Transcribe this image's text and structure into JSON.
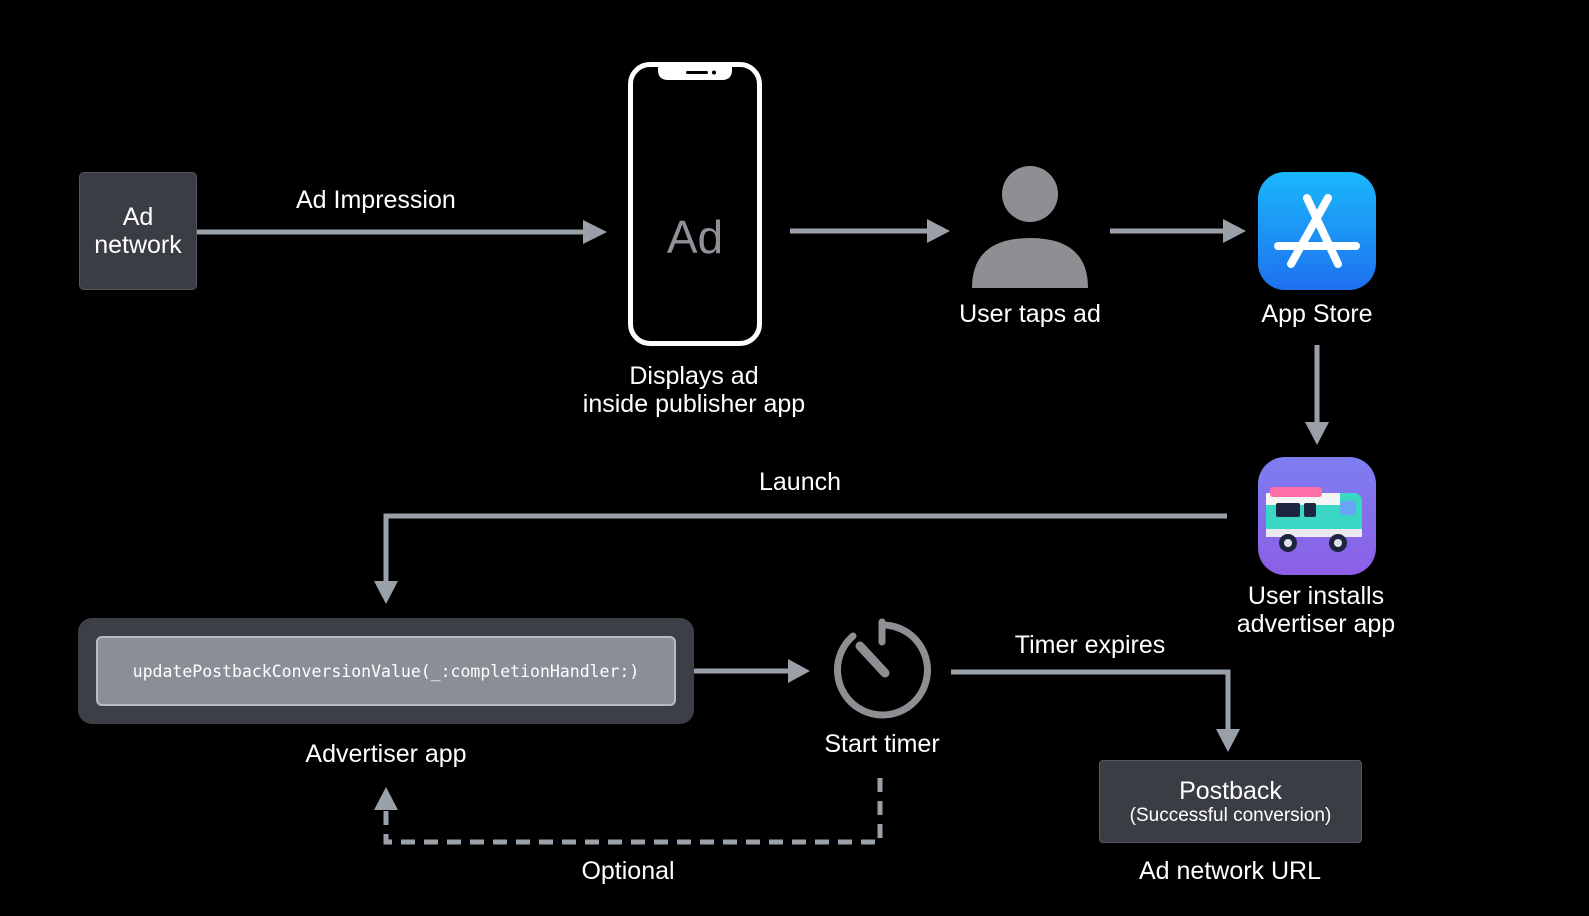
{
  "ad_network": {
    "label": "Ad\nnetwork"
  },
  "ad_impression": {
    "label": "Ad Impression"
  },
  "phone": {
    "ad_text": "Ad",
    "caption_line1": "Displays ad",
    "caption_line2": "inside publisher app"
  },
  "user": {
    "caption": "User taps ad",
    "icon": "person-icon"
  },
  "app_store": {
    "caption": "App Store",
    "icon": "app-store-icon",
    "color": "#1a8ff5"
  },
  "advertiser_install": {
    "caption_line1": "User installs",
    "caption_line2": "advertiser app",
    "icon": "food-truck-app-icon",
    "color": "#8570ec"
  },
  "launch": {
    "label": "Launch"
  },
  "advertiser_app": {
    "code": "updatePostbackConversionValue(_:completionHandler:)",
    "caption": "Advertiser app"
  },
  "timer": {
    "caption": "Start timer",
    "icon": "timer-icon"
  },
  "timer_expires": {
    "label": "Timer expires"
  },
  "optional": {
    "label": "Optional"
  },
  "postback": {
    "title": "Postback",
    "subtitle": "(Successful conversion)",
    "caption": "Ad network URL"
  },
  "colors": {
    "arrow": "#9aa0a8",
    "background": "#000000"
  }
}
